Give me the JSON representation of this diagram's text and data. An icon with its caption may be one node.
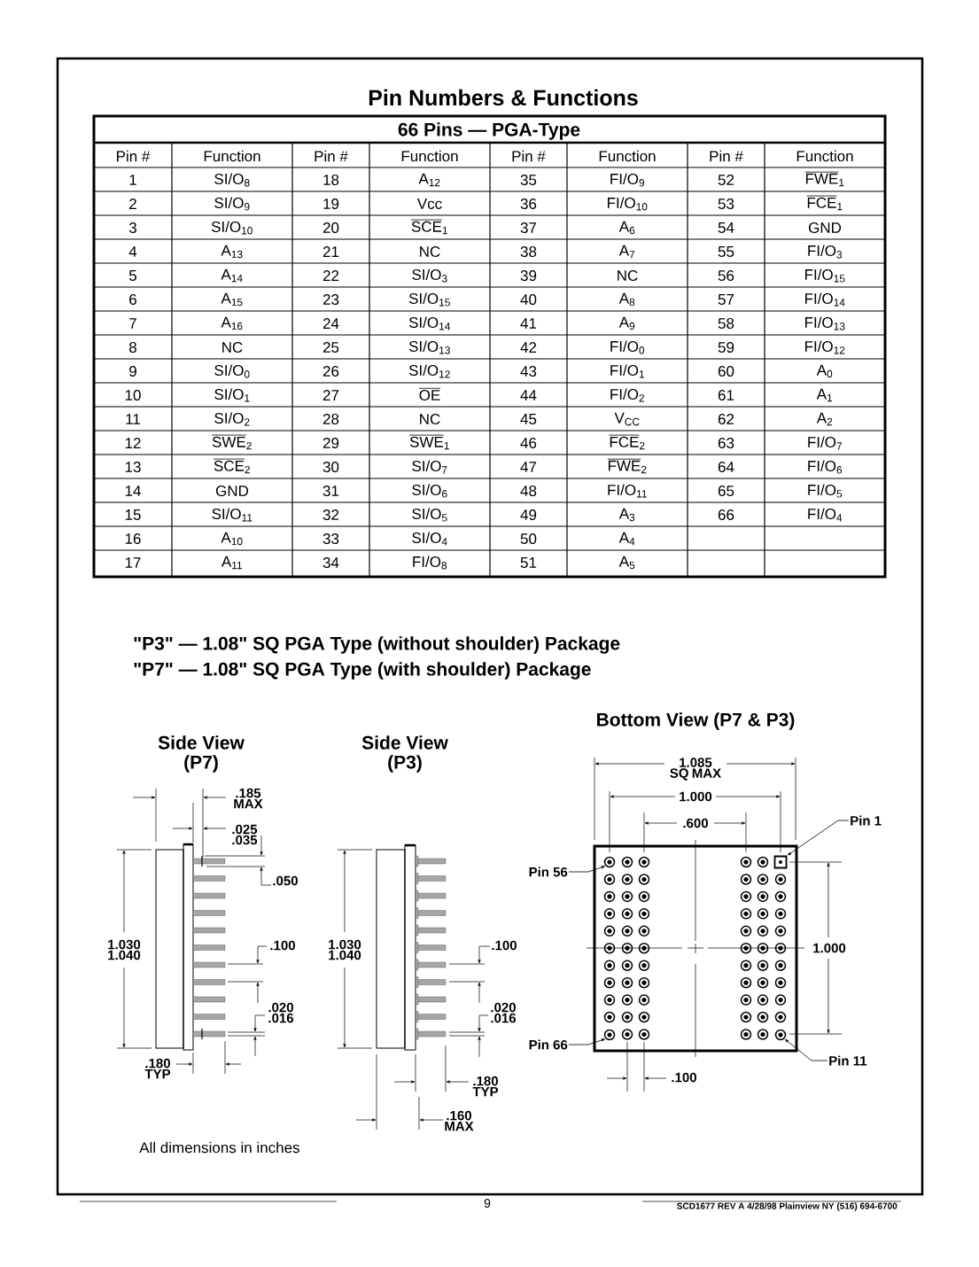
{
  "diagram": {
    "nodes": [
      {
        "text": [
          "Pin 1"
        ]
      },
      {
        "text": [],
        "shape": "box"
      },
      {
        "text": [
          "Pin 56"
        ]
      },
      {
        "text": [],
        "shape": "circle"
      },
      {
        "text": [
          "Pin 66"
        ]
      },
      {
        "text": [],
        "shape": "circle"
      },
      {
        "text": [
          "Pin 11"
        ]
      },
      {
        "text": [],
        "shape": "circle"
      }
    ],
    "edges": [
      {
        "from": 0,
        "to": 1,
        "arrow": "to"
      },
      {
        "from": 2,
        "to": 3,
        "arrow": "to"
      },
      {
        "from": 4,
        "to": 5,
        "arrow": "to"
      },
      {
        "from": 6,
        "to": 7,
        "arrow": "to"
      }
    ],
    "labels": [
      "Pin Numbers & Functions",
      "66 Pins — PGA-Type",
      "Pin #",
      "Function",
      "Pin #",
      "Function",
      "Pin #",
      "Function",
      "Pin #",
      "Function",
      "1",
      "SI/O$_{8}$",
      "18",
      "A$_{12}$",
      "35",
      "FI/O$_{9}$",
      "52",
      "FWE$_{1}$",
      "2",
      "SI/O$_{9}$",
      "19",
      "Vcc",
      "36",
      "FI/O$_{10}$",
      "53",
      "FCE$_{1}$",
      "3",
      "SI/O$_{10}$",
      "20",
      "SCE$_{1}$",
      "37",
      "A$_{6}$",
      "54",
      "GND",
      "4",
      "A$_{13}$",
      "21",
      "NC",
      "38",
      "A$_{7}$",
      "55",
      "FI/O$_{3}$",
      "5",
      "A$_{14}$",
      "22",
      "SI/O$_{3}$",
      "39",
      "NC",
      "56",
      "FI/O$_{15}$",
      "6",
      "A$_{15}$",
      "23",
      "SI/O$_{15}$",
      "40",
      "A$_{8}$",
      "57",
      "FI/O$_{14}$",
      "7",
      "A$_{16}$",
      "24",
      "SI/O$_{14}$",
      "41",
      "A$_{9}$",
      "58",
      "FI/O$_{13}$",
      "8",
      "NC",
      "25",
      "SI/O$_{13}$",
      "42",
      "FI/O$_{0}$",
      "59",
      "FI/O$_{12}$",
      "9",
      "SI/O$_{0}$",
      "26",
      "SI/O$_{12}$",
      "43",
      "FI/O$_{1}$",
      "60",
      "A$_{0}$",
      "10",
      "SI/O$_{1}$",
      "27",
      "OE",
      "44",
      "FI/O$_{2}$",
      "61",
      "A$_{1}$",
      "11",
      "SI/O$_{2}$",
      "28",
      "NC",
      "45",
      "V$_{CC}$",
      "62",
      "A$_{2}$",
      "12",
      "SWE$_{2}$",
      "29",
      "SWE$_{1}$",
      "46",
      "FCE$_{2}$",
      "63",
      "FI/O$_{7}$",
      "13",
      "SCE$_{2}$",
      "30",
      "SI/O$_{7}$",
      "47",
      "FWE$_{2}$",
      "64",
      "FI/O$_{6}$",
      "14",
      "GND",
      "31",
      "SI/O$_{6}$",
      "48",
      "FI/O$_{11}$",
      "65",
      "FI/O$_{5}$",
      "15",
      "SI/O$_{11}$",
      "32",
      "SI/O$_{5}$",
      "49",
      "A$_{3}$",
      "66",
      "FI/O$_{4}$",
      "16",
      "A$_{10}$",
      "33",
      "SI/O$_{4}$",
      "50",
      "A$_{4}$",
      "17",
      "A$_{11}$",
      "34",
      "FI/O$_{8}$",
      "51",
      "A$_{5}$",
      "\"P3\" — 1.08\" SQ PGA Type (without shoulder) Package",
      "\"P7\" — 1.08\" SQ PGA Type (with shoulder) Package",
      "Bottom View (P7 & P3)",
      "Side View (P7)",
      "Side View (P3)",
      ".185 MAX",
      ".025 .035",
      ".050",
      "1.030 1.040",
      ".100",
      ".020 .016",
      ".180 TYP",
      "1.030 1.040",
      ".100",
      ".020 .016",
      ".180 TYP",
      ".160 MAX",
      "1.085 SQ MAX",
      "1.000",
      ".600",
      "1.000",
      ".100",
      "All dimensions in inches",
      "9",
      "SCD1677 REV A 4/28/98 Plainview NY (516) 694-6700"
    ]
  }
}
